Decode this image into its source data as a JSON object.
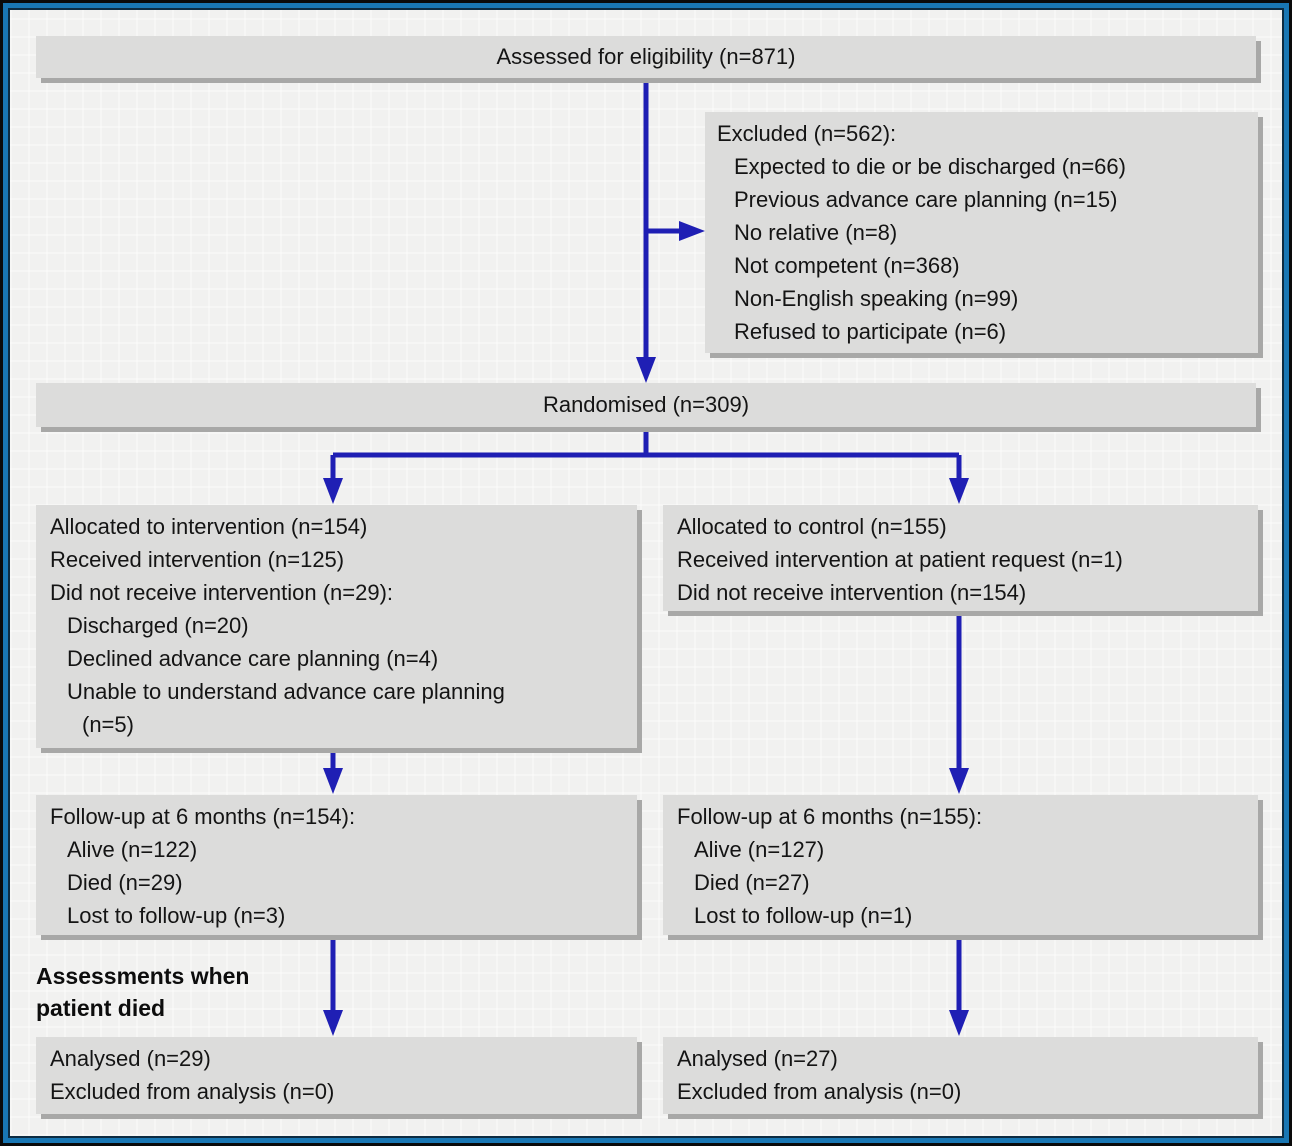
{
  "figure": {
    "kind": "consort-trial-flow-diagram"
  },
  "colors": {
    "arrow_blue": "#1f1fb4",
    "frame_blue": "#1977b4",
    "frame_inner": "#0d2c42",
    "box_fill": "#dcdcdb",
    "box_shadow": "#a8a8a7",
    "background": "#f1f1f0"
  },
  "boxes": {
    "assessed": {
      "text": "Assessed for eligibility (n=871)"
    },
    "excluded": {
      "lines": [
        "Excluded (n=562):",
        "Expected to die or be discharged (n=66)",
        "Previous advance care planning (n=15)",
        "No relative (n=8)",
        "Not competent (n=368)",
        "Non-English speaking (n=99)",
        "Refused to participate (n=6)"
      ]
    },
    "randomised": {
      "text": "Randomised (n=309)"
    },
    "intervention_allocation": {
      "lines": [
        "Allocated to intervention (n=154)",
        "Received intervention (n=125)",
        "Did not receive intervention (n=29):",
        "Discharged (n=20)",
        "Declined advance care planning (n=4)",
        "Unable to understand advance care planning",
        "(n=5)"
      ]
    },
    "control_allocation": {
      "lines": [
        "Allocated to control (n=155)",
        "Received intervention at patient request (n=1)",
        "Did not receive intervention (n=154)"
      ]
    },
    "intervention_followup": {
      "lines": [
        "Follow-up at 6 months (n=154):",
        "Alive (n=122)",
        "Died (n=29)",
        "Lost to follow-up (n=3)"
      ]
    },
    "control_followup": {
      "lines": [
        "Follow-up at 6 months (n=155):",
        "Alive (n=127)",
        "Died (n=27)",
        "Lost to follow-up (n=1)"
      ]
    },
    "intervention_analysed": {
      "lines": [
        "Analysed (n=29)",
        "Excluded from analysis (n=0)"
      ]
    },
    "control_analysed": {
      "lines": [
        "Analysed (n=27)",
        "Excluded from analysis (n=0)"
      ]
    }
  },
  "labels": {
    "assessments_note": "Assessments when patient died"
  }
}
